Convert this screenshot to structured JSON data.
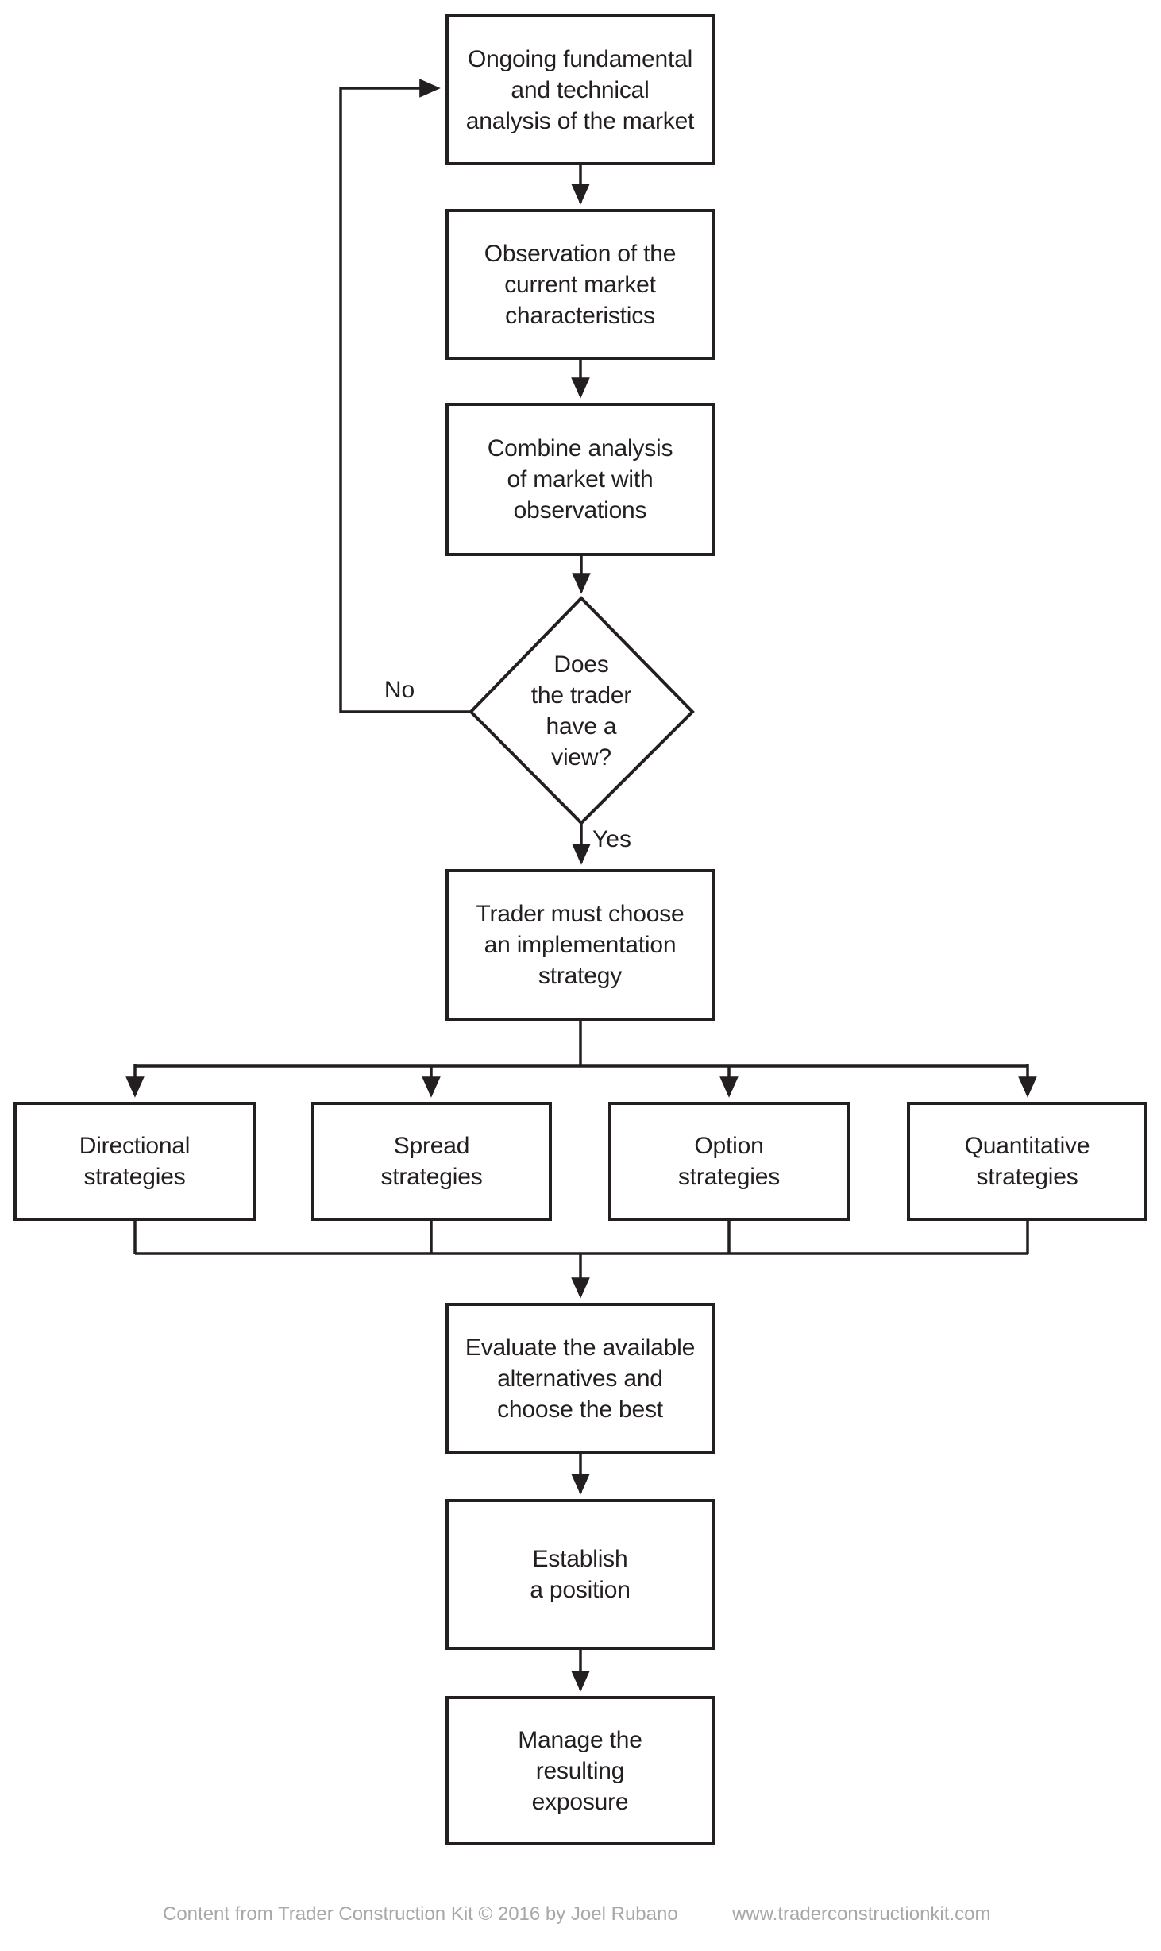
{
  "diagram": {
    "type": "flowchart",
    "background_color": "#ffffff",
    "line_color": "#231f20",
    "footer_color": "#a8a8a8",
    "nodes": {
      "analysis": {
        "label": "Ongoing fundamental\nand technical\nanalysis of the market"
      },
      "observation": {
        "label": "Observation of the\ncurrent market\ncharacteristics"
      },
      "combine": {
        "label": "Combine analysis\nof market with\nobservations"
      },
      "decision": {
        "label": "Does\nthe trader\nhave a\nview?"
      },
      "choose": {
        "label": "Trader must choose\nan implementation\nstrategy"
      },
      "directional": {
        "label": "Directional\nstrategies"
      },
      "spread": {
        "label": "Spread\nstrategies"
      },
      "option": {
        "label": "Option\nstrategies"
      },
      "quantitative": {
        "label": "Quantitative\nstrategies"
      },
      "evaluate": {
        "label": "Evaluate the available\nalternatives and\nchoose the best"
      },
      "establish": {
        "label": "Establish\na position"
      },
      "manage": {
        "label": "Manage the\nresulting\nexposure"
      }
    },
    "edge_labels": {
      "no": "No",
      "yes": "Yes"
    },
    "footer": {
      "credit": "Content from Trader Construction Kit © 2016 by Joel Rubano",
      "website": "www.traderconstructionkit.com"
    }
  }
}
